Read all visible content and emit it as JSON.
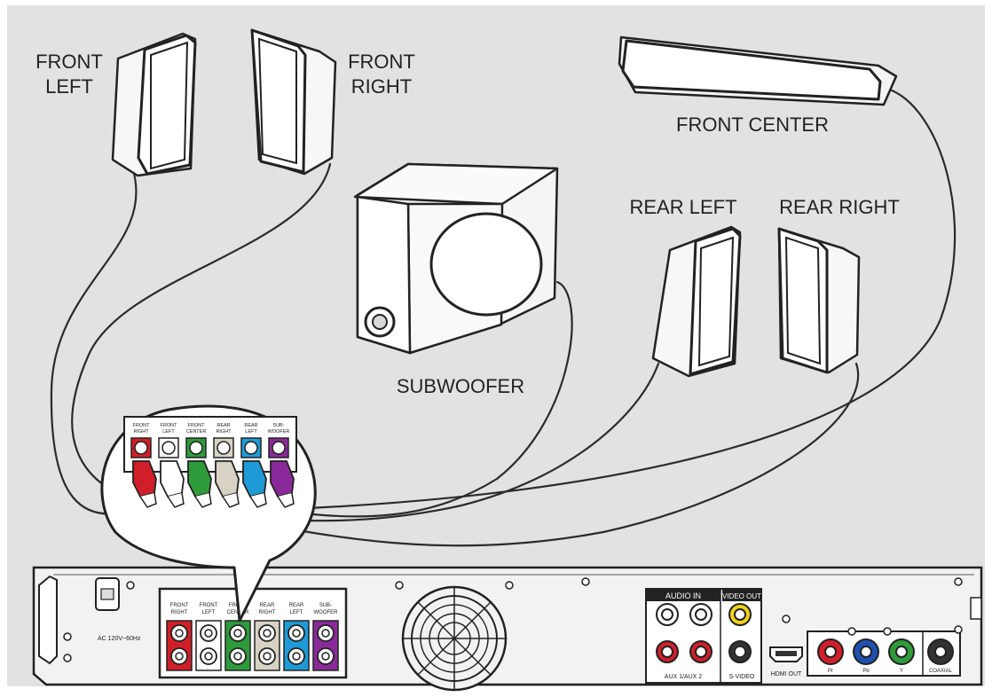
{
  "labels": {
    "front_left": [
      "FRONT",
      "LEFT"
    ],
    "front_right": [
      "FRONT",
      "RIGHT"
    ],
    "front_center": "FRONT CENTER",
    "subwoofer": "SUBWOOFER",
    "rear_left": "REAR LEFT",
    "rear_right": "REAR RIGHT"
  },
  "magnifier_jacks": [
    {
      "label": [
        "FRONT",
        "RIGHT"
      ],
      "color": "#d11f2a"
    },
    {
      "label": [
        "FRONT",
        "LEFT"
      ],
      "color": "#ffffff"
    },
    {
      "label": [
        "FRONT",
        "CENTER"
      ],
      "color": "#2e9b3a"
    },
    {
      "label": [
        "REAR",
        "RIGHT"
      ],
      "color": "#d8d2c4"
    },
    {
      "label": [
        "REAR",
        "LEFT"
      ],
      "color": "#1e9bd6"
    },
    {
      "label": [
        "SUB-",
        "WOOFER"
      ],
      "color": "#8a2a9a"
    }
  ],
  "panel": {
    "ac_label": "AC 120V~60Hz",
    "speaker_jacks": [
      {
        "label": [
          "FRONT",
          "RIGHT"
        ],
        "color": "#d11f2a"
      },
      {
        "label": [
          "FRONT",
          "LEFT"
        ],
        "color": "#ffffff"
      },
      {
        "label": [
          "FRONT",
          "CENTER"
        ],
        "color": "#2e9b3a"
      },
      {
        "label": [
          "REAR",
          "RIGHT"
        ],
        "color": "#d8d2c4"
      },
      {
        "label": [
          "REAR",
          "LEFT"
        ],
        "color": "#1e9bd6"
      },
      {
        "label": [
          "SUB-",
          "WOOFER"
        ],
        "color": "#8a2a9a"
      }
    ],
    "audio_in_label": "AUDIO IN",
    "video_out_label": "VIDEO OUT",
    "aux_label": "AUX 1/AUX 2",
    "svideo_label": "S-VIDEO",
    "hdmi_label": "HDMI OUT",
    "component_labels": [
      "Pr",
      "Pb",
      "Y"
    ],
    "coaxial_label": "COAXIAL"
  },
  "colors": {
    "background": "#e2e2e2",
    "line": "#2b2b2b",
    "red": "#d11f2a",
    "green": "#2e9b3a",
    "blue": "#1f4fb0",
    "yellow": "#f2d21b"
  }
}
